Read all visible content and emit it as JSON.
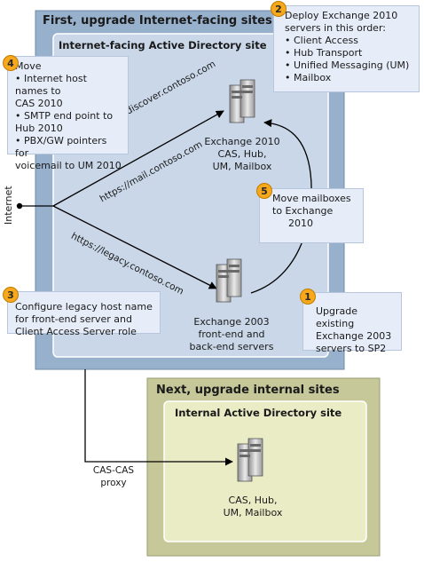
{
  "colors": {
    "outer_blue": "#97b0cc",
    "inner_blue": "#c9d7e8",
    "outer_olive": "#c7c89a",
    "inner_olive": "#eaecc6",
    "callout_bg": "#e6edf8",
    "badge": "#f7a81b"
  },
  "regions": {
    "first_title": "First, upgrade Internet-facing sites",
    "internet_site_title": "Internet-facing Active Directory site",
    "next_title": "Next, upgrade internal sites",
    "internal_site_title": "Internal Active Directory site"
  },
  "internet_label": "Internet",
  "urls": {
    "autodiscover": "https://autodiscover.contoso.com",
    "mail": "https://mail.contoso.com",
    "legacy": "https://legacy.contoso.com"
  },
  "proxy_label": [
    "CAS-CAS",
    "proxy"
  ],
  "servers": {
    "ex2010": [
      "Exchange 2010",
      "CAS, Hub,",
      "UM, Mailbox"
    ],
    "ex2003": [
      "Exchange 2003",
      "front-end and",
      "back-end servers"
    ],
    "internal": [
      "CAS, Hub,",
      "UM, Mailbox"
    ]
  },
  "steps": {
    "s1": {
      "number": "1",
      "lines": [
        "Upgrade existing",
        "Exchange 2003",
        "servers to SP2"
      ]
    },
    "s2": {
      "number": "2",
      "intro": [
        "Deploy Exchange 2010",
        "servers in this order:"
      ],
      "items": [
        "Client Access",
        "Hub Transport",
        "Unified Messaging (UM)",
        "Mailbox"
      ]
    },
    "s3": {
      "number": "3",
      "lines": [
        "Configure legacy host name",
        "for front-end server and",
        "Client Access Server role"
      ]
    },
    "s4": {
      "number": "4",
      "intro": "Move",
      "items": [
        "Internet host names to",
        "CAS 2010",
        "SMTP end point to",
        "Hub 2010",
        "PBX/GW pointers for",
        "voicemail to UM 2010"
      ]
    },
    "s5": {
      "number": "5",
      "lines": [
        "Move mailboxes",
        "to Exchange",
        "2010"
      ]
    }
  },
  "icons": [
    "server-stack-icon"
  ]
}
